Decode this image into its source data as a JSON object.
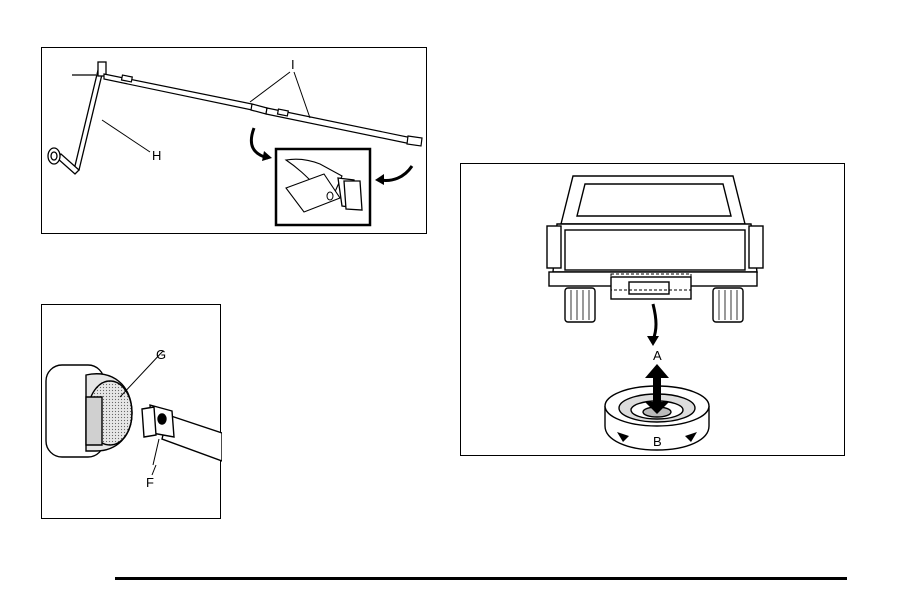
{
  "figures": {
    "wrench_extension": {
      "callout_h": "H",
      "callout_i": "I"
    },
    "hoist_shaft": {
      "callout_g": "G",
      "callout_f": "F"
    },
    "spare_tire": {
      "callout_a": "A",
      "callout_b": "B"
    }
  }
}
